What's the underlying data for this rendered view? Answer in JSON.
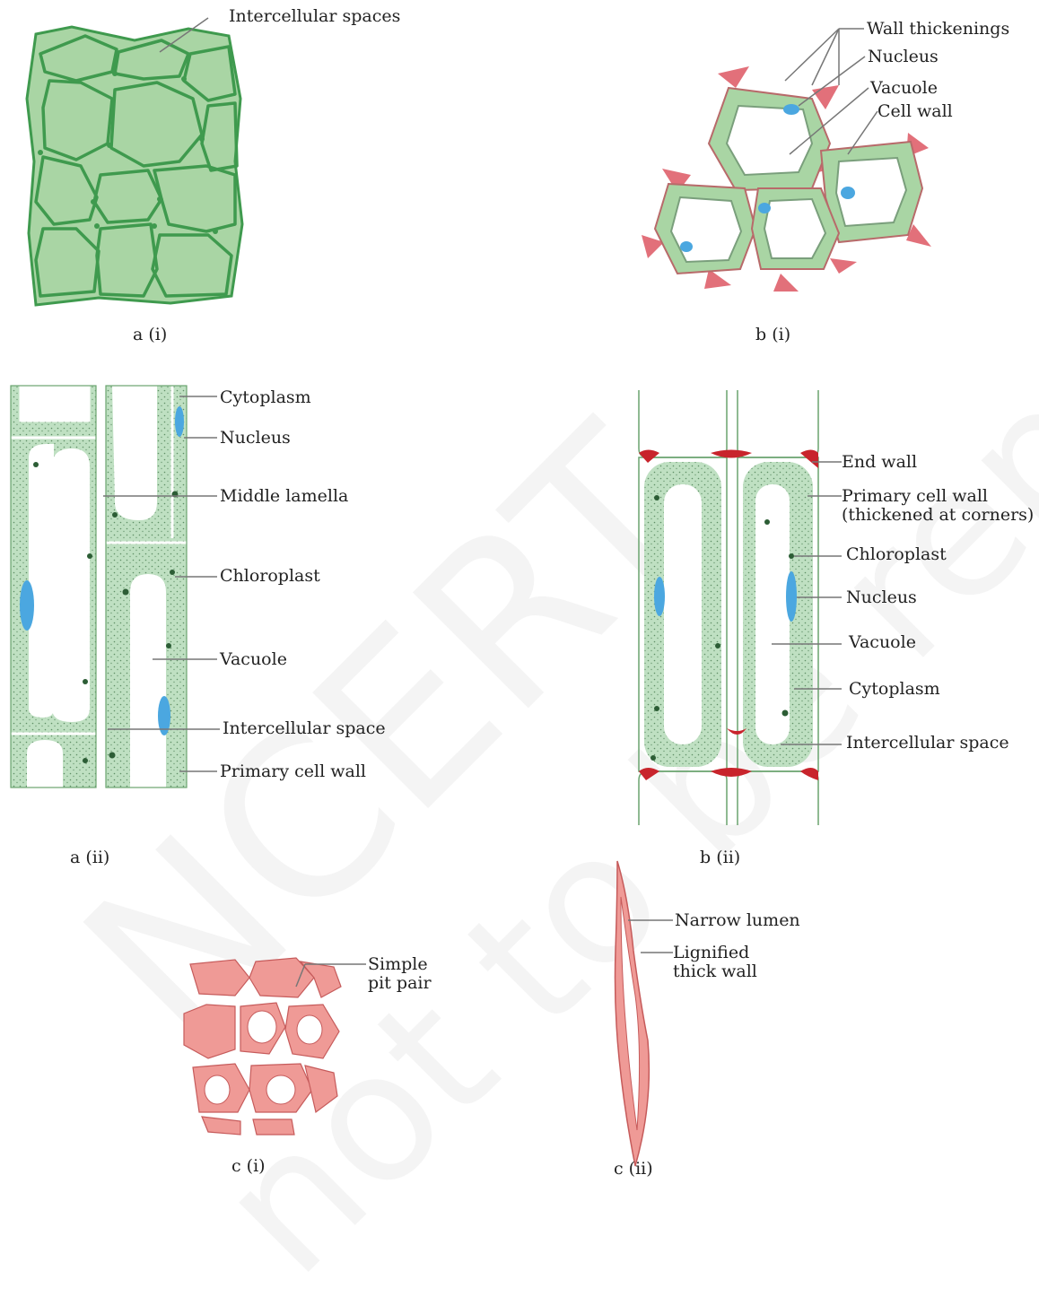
{
  "watermark": {
    "line1": "NCERT",
    "line2": "not to be republished"
  },
  "panels": {
    "a1": {
      "caption": "a (i)",
      "labels": {
        "intercellular_spaces": "Intercellular spaces"
      }
    },
    "b1": {
      "caption": "b (i)",
      "labels": {
        "wall_thickenings": "Wall thickenings",
        "nucleus": "Nucleus",
        "vacuole": "Vacuole",
        "cell_wall": "Cell wall"
      }
    },
    "a2": {
      "caption": "a (ii)",
      "labels": {
        "cytoplasm": "Cytoplasm",
        "nucleus": "Nucleus",
        "middle_lamella": "Middle lamella",
        "chloroplast": "Chloroplast",
        "vacuole": "Vacuole",
        "intercellular_space": "Intercellular space",
        "primary_cell_wall": "Primary cell wall"
      }
    },
    "b2": {
      "caption": "b (ii)",
      "labels": {
        "end_wall": "End wall",
        "primary_cell_wall": "Primary cell wall\n(thickened at corners)",
        "chloroplast": "Chloroplast",
        "nucleus": "Nucleus",
        "vacuole": "Vacuole",
        "cytoplasm": "Cytoplasm",
        "intercellular_space": "Intercellular space"
      }
    },
    "c1": {
      "caption": "c (i)",
      "labels": {
        "simple_pit_pair": "Simple\npit pair"
      }
    },
    "c2": {
      "caption": "c (ii)",
      "labels": {
        "narrow_lumen": "Narrow lumen",
        "lignified_thick_wall": "Lignified\nthick wall"
      }
    }
  },
  "colors": {
    "parenchyma_fill": "#a9d5a4",
    "parenchyma_wall": "#3f9a4e",
    "collenchyma_thickening": "#e2707a",
    "cytoplasm": "#bfe0c2",
    "nucleus": "#4ba7e0",
    "chloroplast": "#2c5d35",
    "sclerenchyma": "#ef9a96",
    "sclerenchyma_edge": "#c65b5b",
    "end_wall_red": "#c8242c",
    "leader_line": "#777777"
  }
}
